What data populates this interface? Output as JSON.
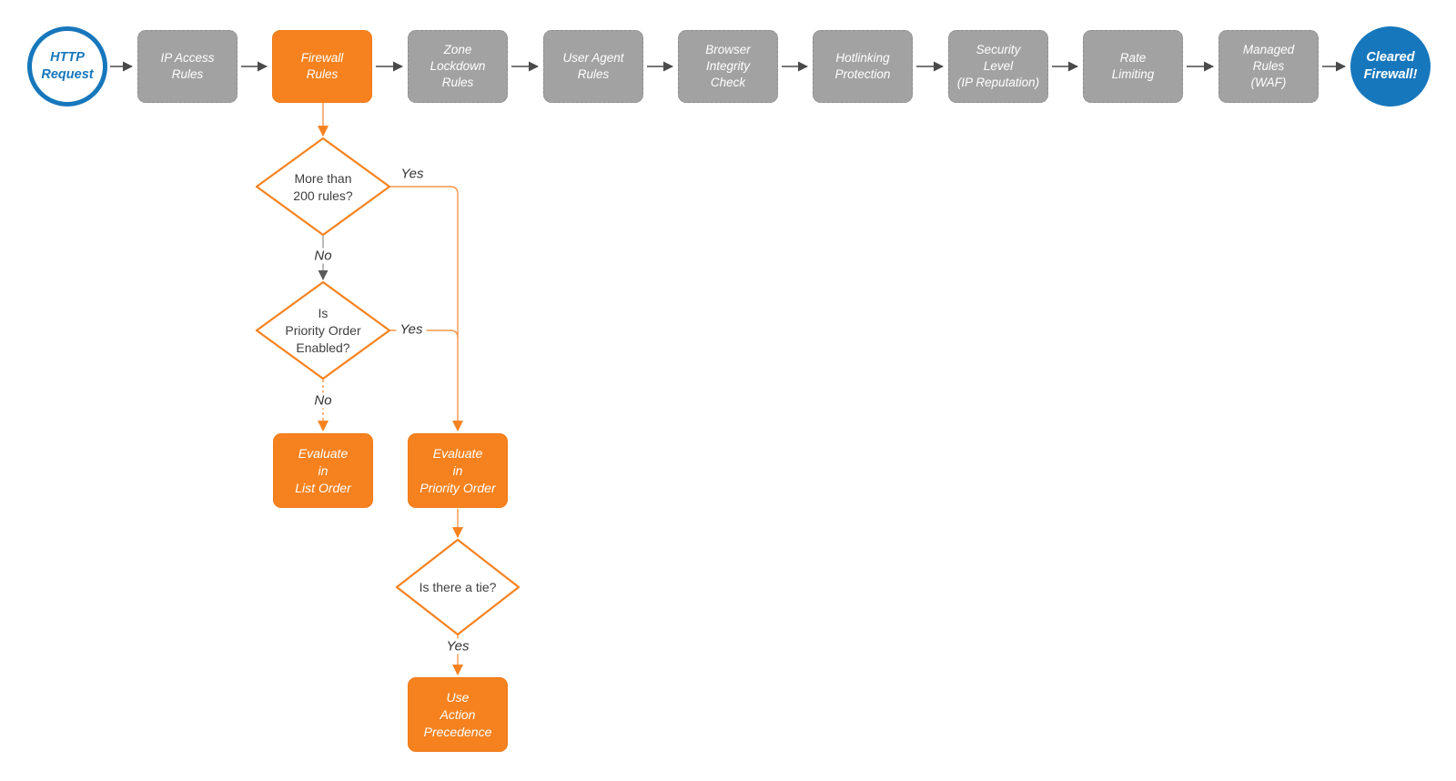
{
  "colors": {
    "accent_orange": "#F6821F",
    "accent_blue": "#1777BC",
    "node_gray": "#A2A2A2",
    "edge_dark": "#4A4A4A",
    "edge_orange_line": "#F8954A",
    "edge_gray_line": "#9C9C9C",
    "text_white": "#FFFFFF",
    "text_dark": "#3F3F3F"
  },
  "flow": {
    "start": {
      "label": "HTTP\nRequest"
    },
    "pipeline": [
      {
        "label": "IP Access\nRules"
      },
      {
        "label": "Firewall\nRules"
      },
      {
        "label": "Zone\nLockdown\nRules"
      },
      {
        "label": "User Agent\nRules"
      },
      {
        "label": "Browser\nIntegrity\nCheck"
      },
      {
        "label": "Hotlinking\nProtection"
      },
      {
        "label": "Security\nLevel\n(IP Reputation)"
      },
      {
        "label": "Rate\nLimiting"
      },
      {
        "label": "Managed\nRules\n(WAF)"
      }
    ],
    "end": {
      "label": "Cleared\nFirewall!"
    },
    "decisions": {
      "more_than_200": {
        "question": "More than\n200 rules?",
        "yes_label": "Yes",
        "no_label": "No"
      },
      "priority_enabled": {
        "question": "Is\nPriority Order\nEnabled?",
        "yes_label": "Yes",
        "no_label": "No"
      },
      "tie": {
        "question": "Is there a tie?",
        "yes_label": "Yes"
      }
    },
    "outcomes": {
      "list_order": {
        "label": "Evaluate\nin\nList Order"
      },
      "priority_order": {
        "label": "Evaluate\nin\nPriority Order"
      },
      "action_precedence": {
        "label": "Use\nAction\nPrecedence"
      }
    }
  }
}
